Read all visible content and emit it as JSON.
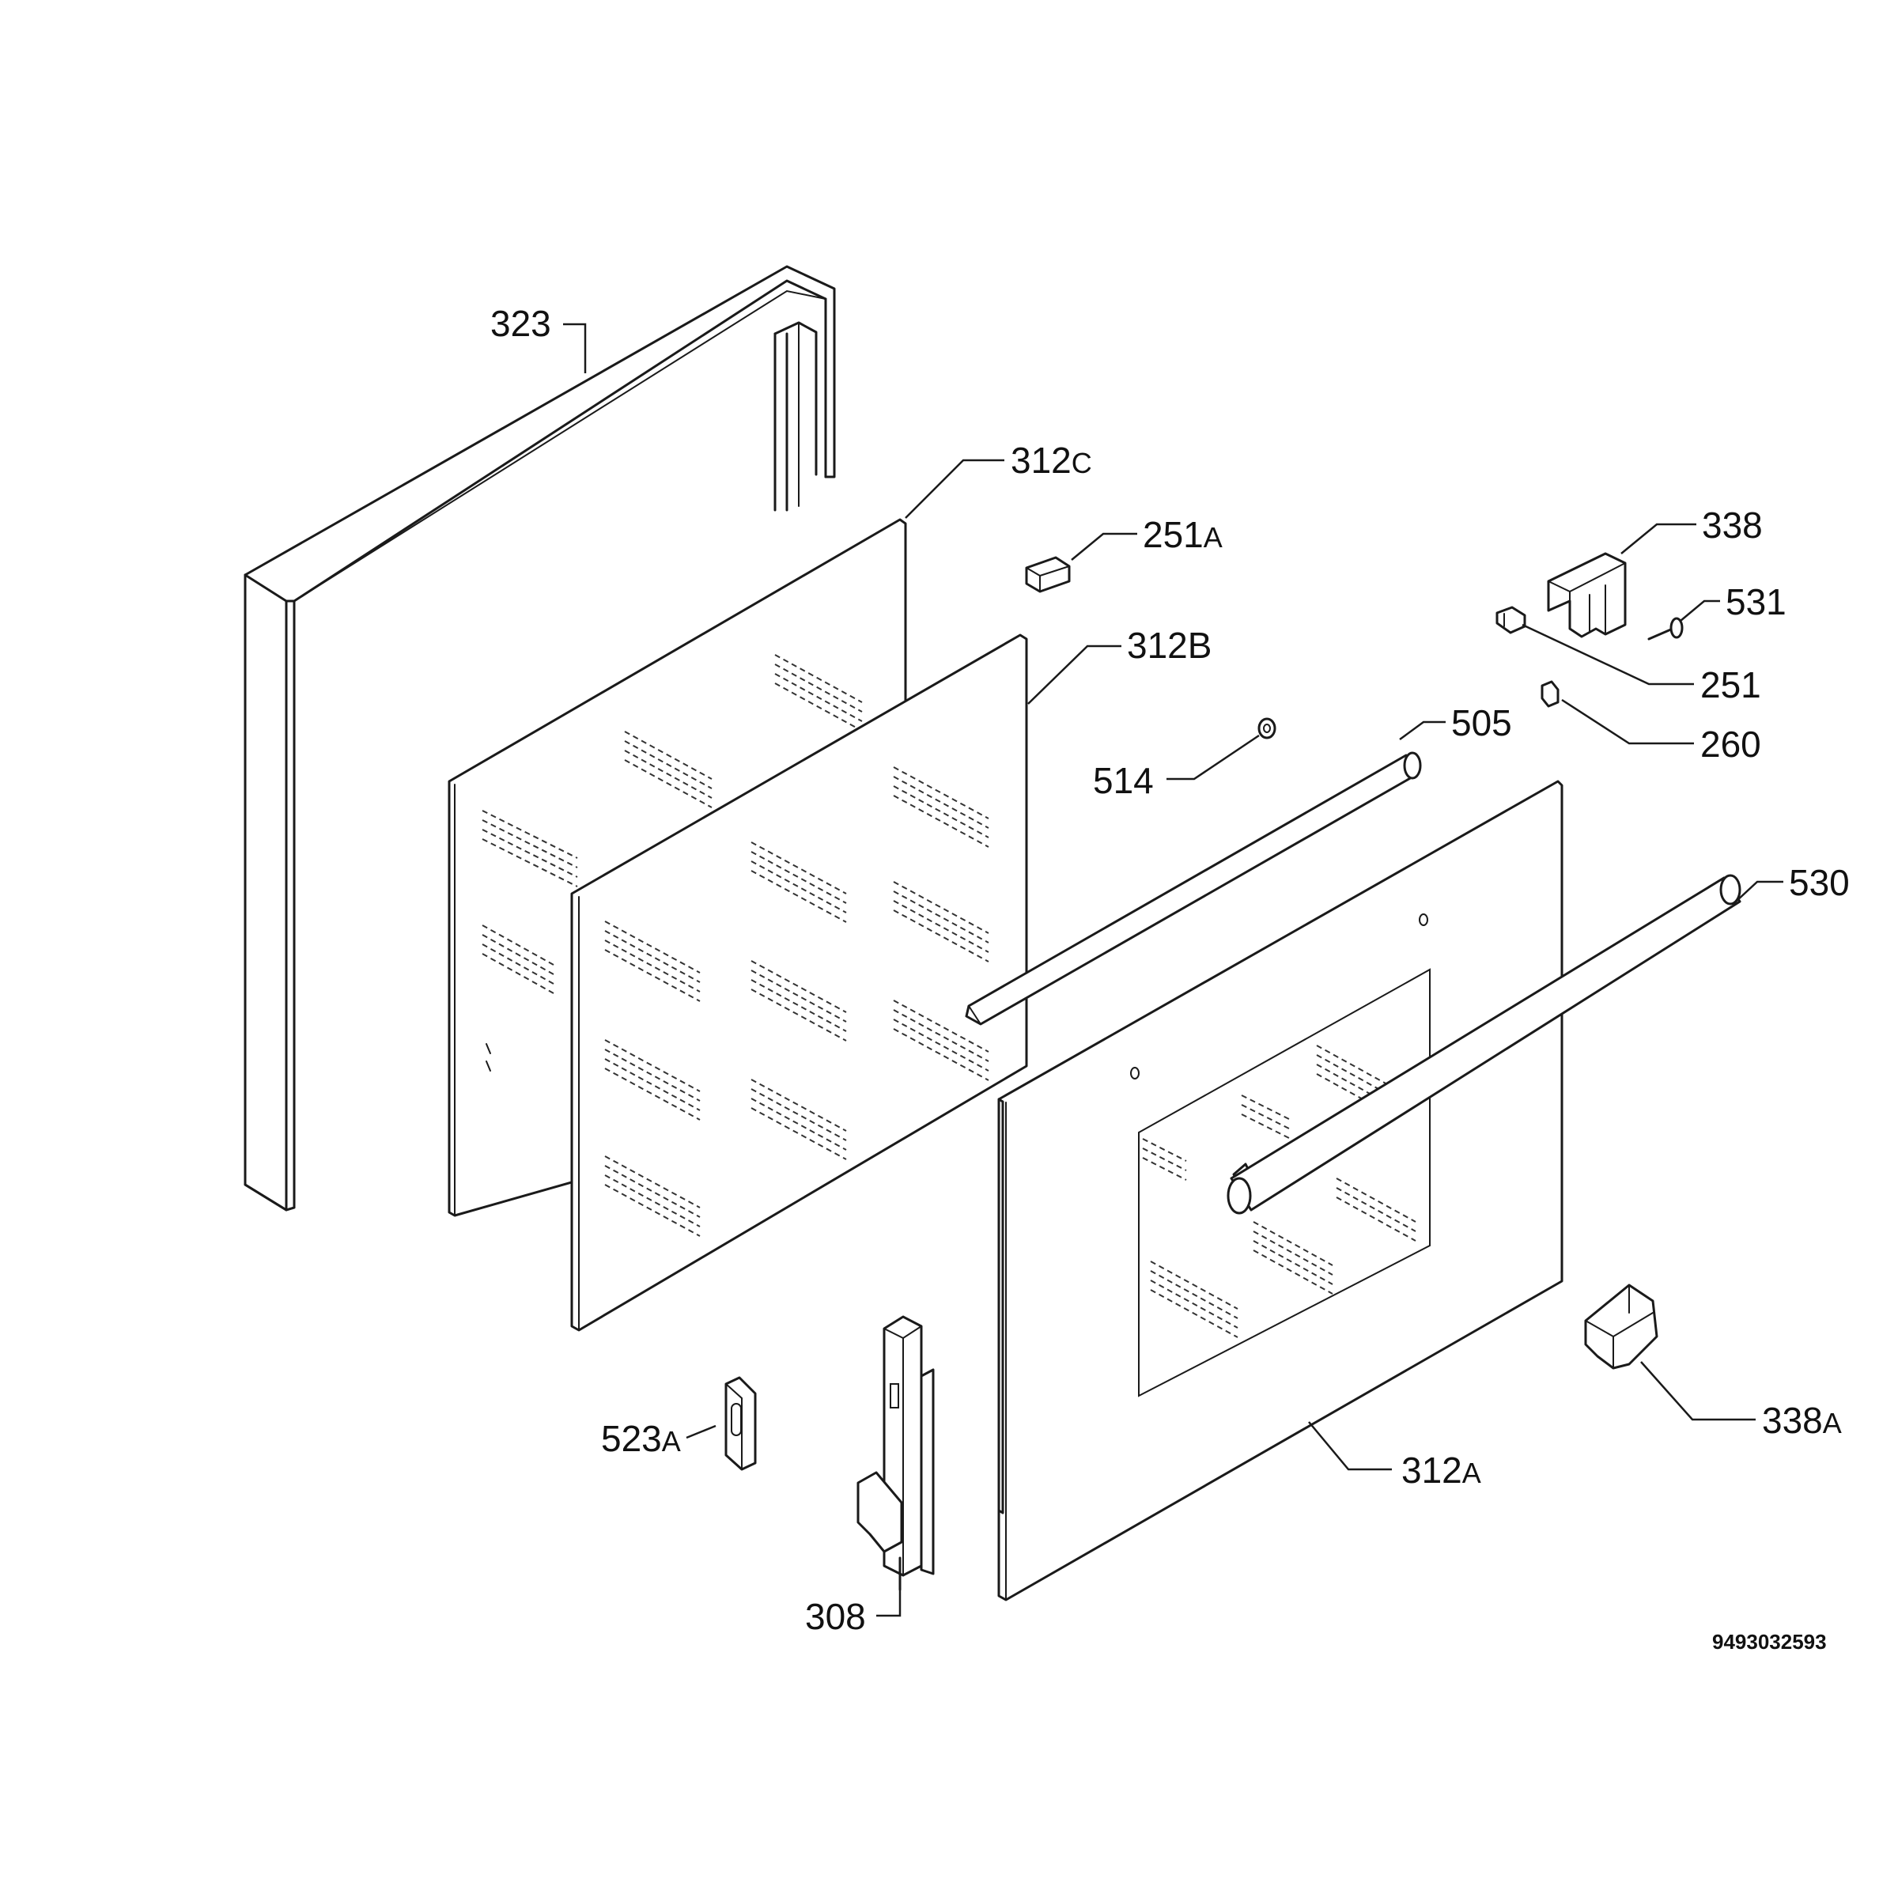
{
  "part_labels": [
    {
      "id": "323",
      "num": "323",
      "suffix": ""
    },
    {
      "id": "312c",
      "num": "312",
      "suffix": "C"
    },
    {
      "id": "251a",
      "num": "251",
      "suffix": "A"
    },
    {
      "id": "312b",
      "num": "312B",
      "suffix": ""
    },
    {
      "id": "338",
      "num": "338",
      "suffix": ""
    },
    {
      "id": "531",
      "num": "531",
      "suffix": ""
    },
    {
      "id": "251",
      "num": "251",
      "suffix": ""
    },
    {
      "id": "260",
      "num": "260",
      "suffix": ""
    },
    {
      "id": "505",
      "num": "505",
      "suffix": ""
    },
    {
      "id": "514",
      "num": "514",
      "suffix": ""
    },
    {
      "id": "530",
      "num": "530",
      "suffix": ""
    },
    {
      "id": "523a",
      "num": "523",
      "suffix": "A"
    },
    {
      "id": "312a",
      "num": "312",
      "suffix": "A"
    },
    {
      "id": "338a",
      "num": "338",
      "suffix": "A"
    },
    {
      "id": "308",
      "num": "308",
      "suffix": ""
    }
  ],
  "drawing_code": "9493032593"
}
